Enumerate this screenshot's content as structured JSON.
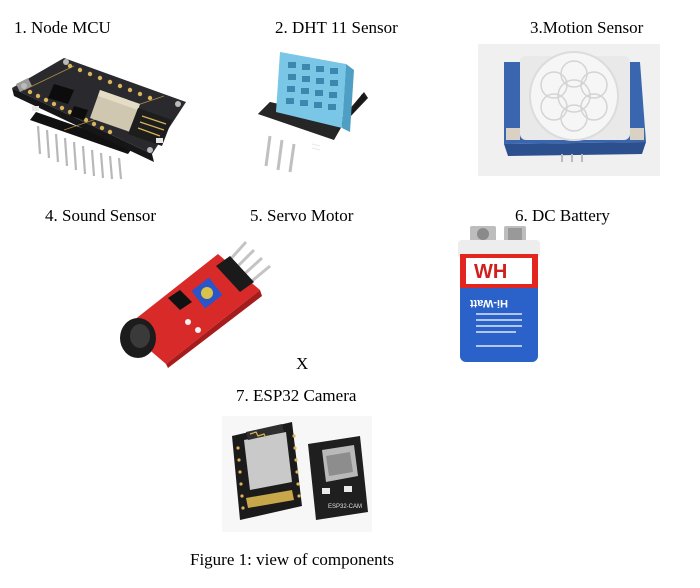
{
  "components": {
    "node_mcu": "1. Node MCU",
    "dht11": "2. DHT 11 Sensor",
    "motion": "3.Motion Sensor",
    "sound": "4. Sound Sensor",
    "servo": "5. Servo Motor",
    "battery": "6. DC Battery",
    "servo_placeholder": "X",
    "esp32cam": "7. ESP32 Camera"
  },
  "battery_print": {
    "brand": "WH",
    "model": "Hi-Watt"
  },
  "esp32_print": "ESP32-CAM",
  "caption": "Figure 1: view of components"
}
